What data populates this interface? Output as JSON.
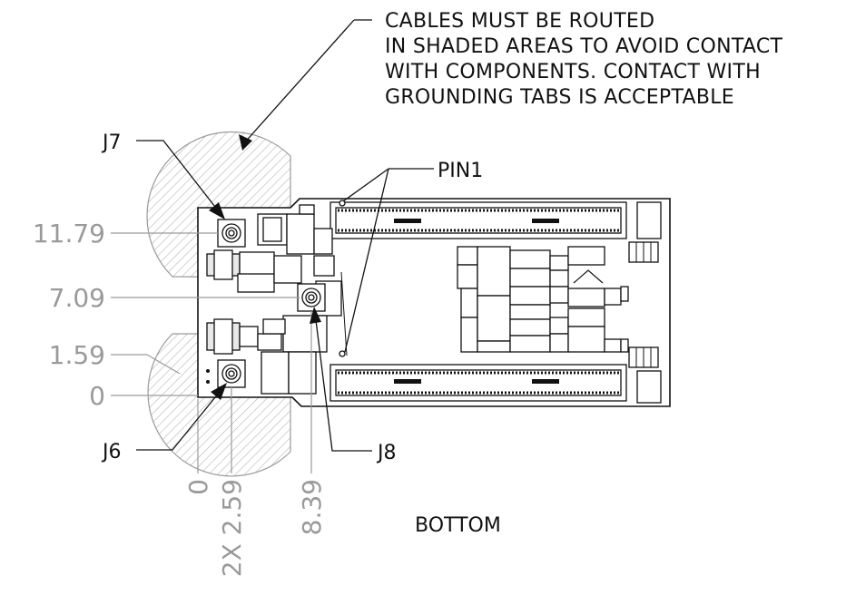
{
  "note": {
    "lines": [
      "CABLES MUST BE ROUTED",
      "IN SHADED AREAS TO AVOID CONTACT",
      "WITH COMPONENTS. CONTACT WITH",
      "GROUNDING TABS IS ACCEPTABLE"
    ]
  },
  "callouts": {
    "j7": "J7",
    "j6": "J6",
    "j8": "J8",
    "pin1": "PIN1"
  },
  "dimensions": {
    "vertical": [
      "11.79",
      "7.09",
      "1.59",
      "0"
    ],
    "horizontal": [
      "0",
      "2X 2.59",
      "8.39"
    ]
  },
  "view_label": "BOTTOM"
}
